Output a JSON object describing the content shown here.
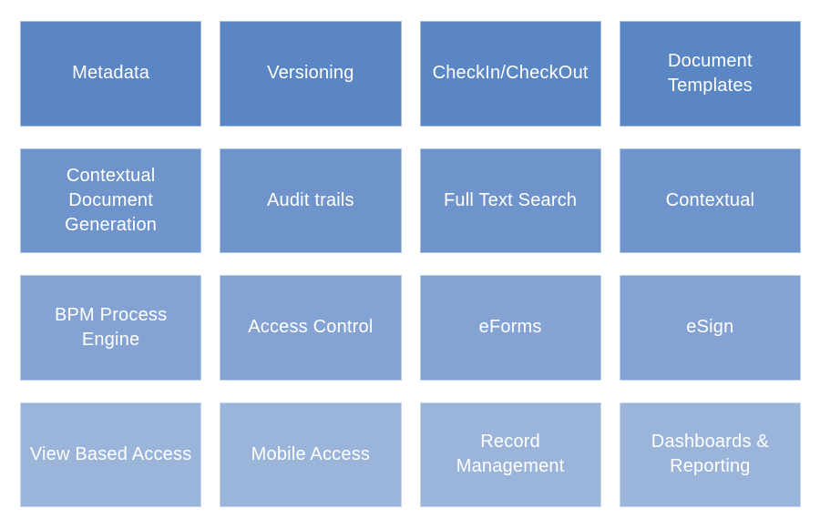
{
  "colors": {
    "page_background": "#ffffff",
    "text": "#ffffff",
    "row1_fill": "#5a86c4",
    "row2_fill": "#6f94cc",
    "row3_fill": "#84a3d3",
    "row4_fill": "#9ab4da"
  },
  "rows": [
    {
      "fill": "#5a86c4",
      "tiles": [
        "Metadata",
        "Versioning",
        "CheckIn/CheckOut",
        "Document\nTemplates"
      ]
    },
    {
      "fill": "#6f94cc",
      "tiles": [
        "Contextual\nDocument\nGeneration",
        "Audit trails",
        "Full Text Search",
        "Contextual"
      ]
    },
    {
      "fill": "#84a3d3",
      "tiles": [
        "BPM Process\nEngine",
        "Access Control",
        "eForms",
        "eSign"
      ]
    },
    {
      "fill": "#9ab4da",
      "tiles": [
        "View Based Access",
        "Mobile Access",
        "Record\nManagement",
        "Dashboards &\nReporting"
      ]
    }
  ]
}
